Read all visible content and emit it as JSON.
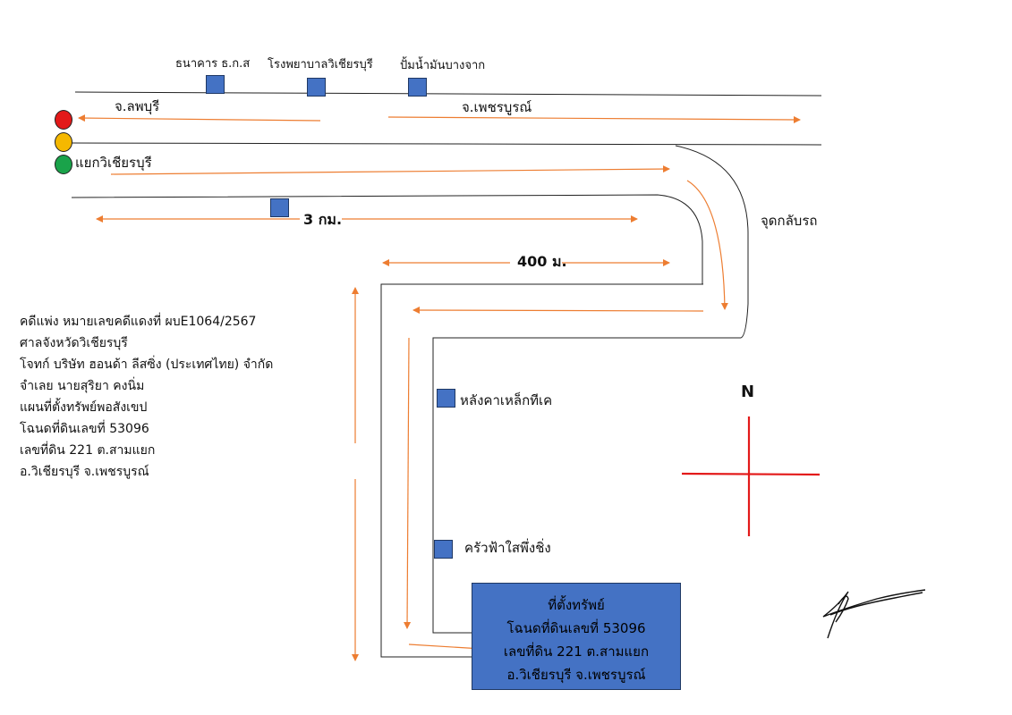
{
  "landmarks": {
    "bank": "ธนาคาร ธ.ก.ส",
    "hospital": "โรงพยาบาลวิเชียรบุรี",
    "gas_station": "ปั้มน้ำมันบางจาก",
    "steel_roof": "หลังคาเหล็กทีเค",
    "restaurant": "ครัวฟ้าใสพึ่งชิ่ง"
  },
  "roads": {
    "to_lopburi": "จ.ลพบุรี",
    "to_phetchabun": "จ.เพชรบูรณ์",
    "intersection": "แยกวิเชียรบุรี",
    "u_turn": "จุดกลับรถ"
  },
  "distances": {
    "d1": "3 กม.",
    "d2": "400 ม."
  },
  "compass": {
    "north": "N",
    "color": "#e31919"
  },
  "traffic_light": {
    "red": "#e31919",
    "yellow": "#f5b800",
    "green": "#1aa34a"
  },
  "case_info": {
    "line1": "คดีแพ่ง หมายเลขคดีแดงที่ ผบE1064/2567",
    "line2": "ศาลจังหวัดวิเชียรบุรี",
    "line3": "โจทก์ บริษัท ฮอนด้า ลีสซิ่ง (ประเทศไทย) จำกัด",
    "line4": "จำเลย นายสุริยา คงนิ่ม",
    "line5": "แผนที่ตั้งทรัพย์พอสังเขป",
    "line6": "โฉนดที่ดินเลขที่ 53096",
    "line7": "เลขที่ดิน 221 ต.สามแยก",
    "line8": "อ.วิเชียรบุรี จ.เพชรบูรณ์"
  },
  "property": {
    "title": "ที่ตั้งทรัพย์",
    "deed": "โฉนดที่ดินเลขที่ 53096",
    "parcel": "เลขที่ดิน 221 ต.สามแยก",
    "location": "อ.วิเชียรบุรี จ.เพชรบูรณ์",
    "box_color": "#4472c4"
  },
  "colors": {
    "arrow": "#ed7d31",
    "road": "#222222"
  }
}
